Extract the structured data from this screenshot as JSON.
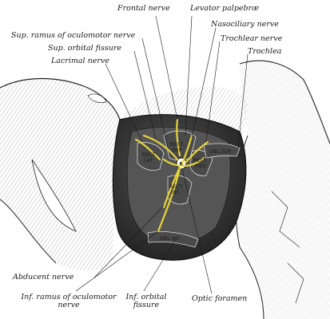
{
  "labels": {
    "frontal_nerve": "Frontal nerve",
    "levator_palpebrae": "Levator palpebræ",
    "sup_ramus_oculomotor": "Sup. ramus of oculomotor nerve",
    "nasociliary_nerve": "Nasociliary nerve",
    "sup_orbital_fissure": "Sup. orbital fissure",
    "trochlear_nerve": "Trochlear nerve",
    "trochlea": "Trochlea",
    "lacrimal_nerve": "Lacrimal nerve",
    "abducent_nerve": "Abducent nerve",
    "inf_ramus_line1": "Inf. ramus of oculomotor",
    "inf_ramus_line2": "nerve",
    "inf_orbital_line1": "Inf. orbital",
    "inf_orbital_line2": "fissure",
    "optic_foramen": "Optic foramen"
  },
  "muscle_labels": {
    "rect_sup_1": "RECT.",
    "rect_sup_2": "SUP.",
    "rect_lat_1": "RECT.",
    "rect_lat_2": "LAT.",
    "rect_med_1": "RECT.",
    "rect_med_2": "MED.",
    "rect_inf_1": "RECT.",
    "rect_inf_2": "INF.",
    "obl_sup": "OBL.SUP.",
    "obl_inf": "OBL.INF."
  },
  "colors": {
    "nerve": "#e8d53a",
    "outline": "#1a1a1a",
    "cavity": "#3a3a3a"
  }
}
